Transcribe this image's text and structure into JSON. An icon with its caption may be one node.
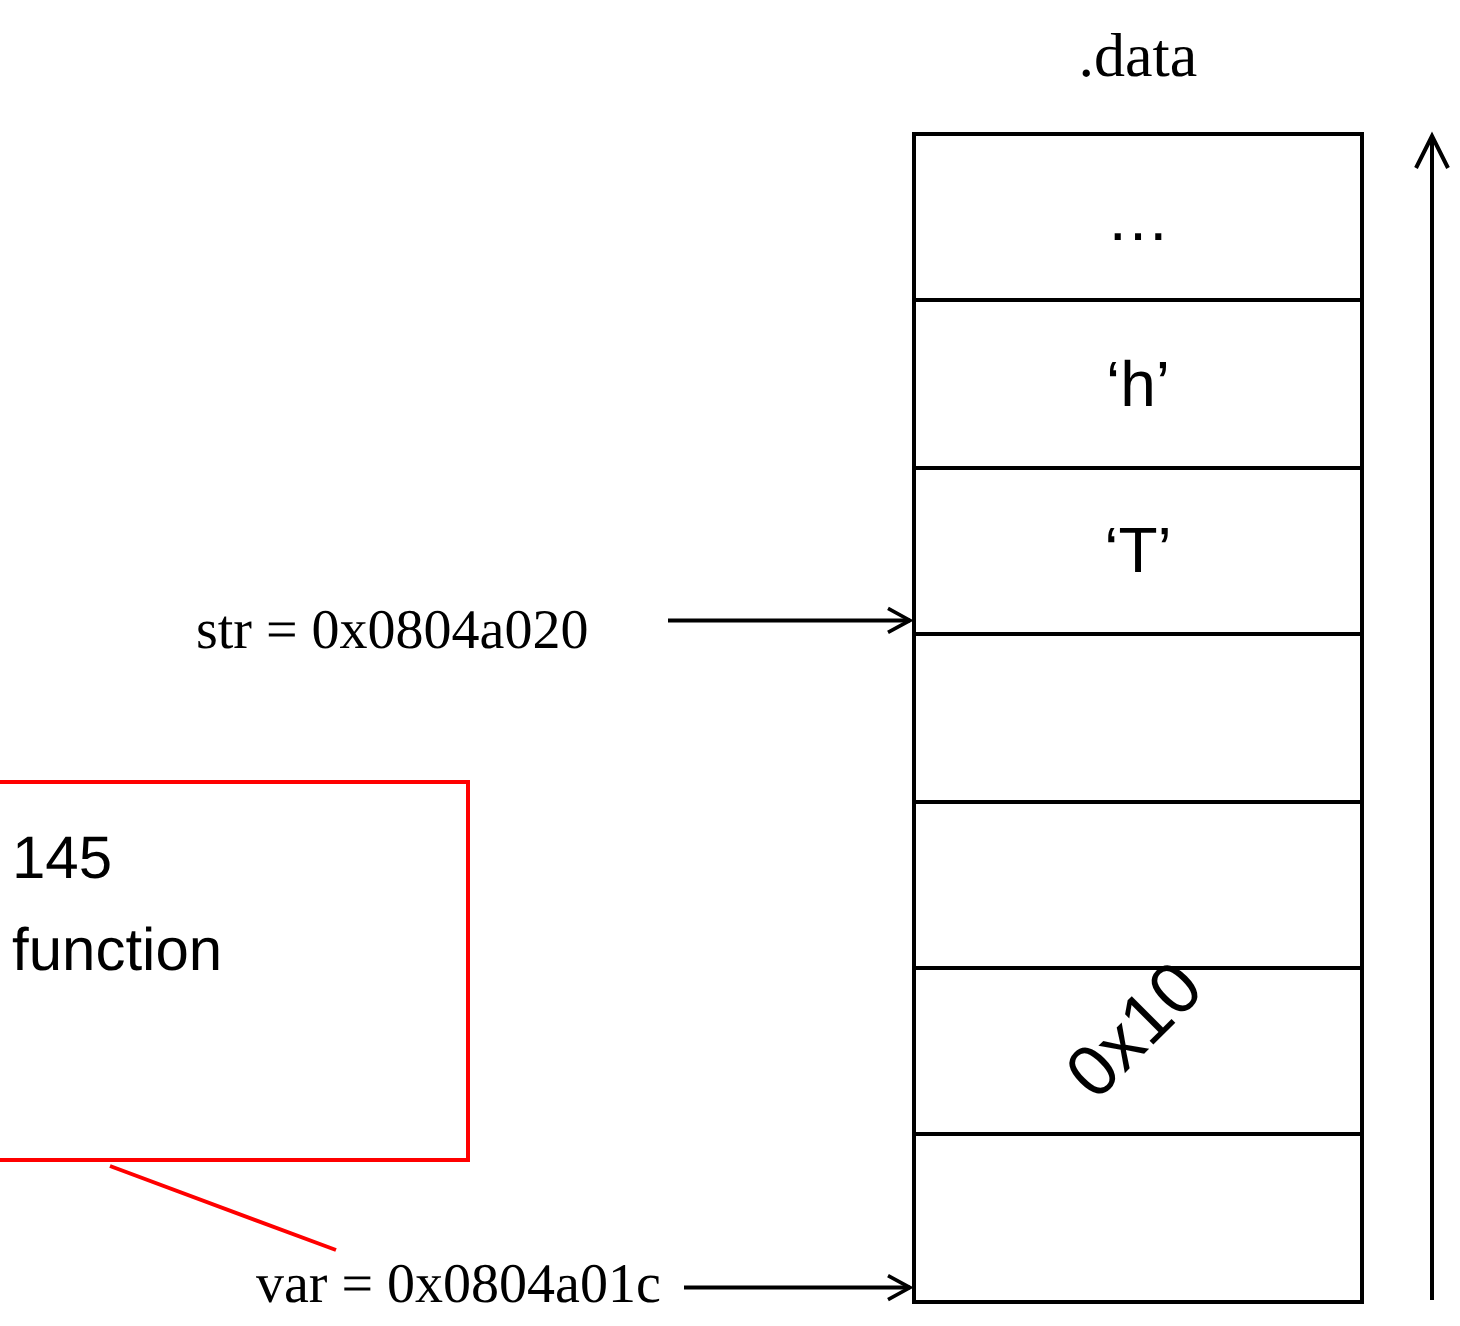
{
  "diagram": {
    "nodes": [
      {
        "text": [
          ".data"
        ]
      },
      {
        "text": [
          "…"
        ],
        "in": 0
      },
      {
        "text": [
          "‘h’"
        ],
        "in": 0
      },
      {
        "text": [
          "‘T’"
        ],
        "in": 0
      },
      {
        "text": [],
        "shape": "box",
        "in": 0
      },
      {
        "text": [],
        "shape": "box",
        "in": 0
      },
      {
        "text": [],
        "shape": "box",
        "in": 0
      },
      {
        "text": [],
        "shape": "box",
        "in": 0
      },
      {
        "text": [
          "str = 0x0804a020"
        ]
      },
      {
        "text": [
          "var = 0x0804a01c"
        ]
      },
      {
        "text": [
          "145",
          "function"
        ]
      }
    ],
    "edges": [
      {
        "from": 8,
        "to": 3,
        "arrow": "to"
      },
      {
        "from": 9,
        "to": 7,
        "arrow": "to"
      },
      {
        "from": 10,
        "to": 9,
        "arrow": "none",
        "color": "#ff0000"
      }
    ],
    "labels": [
      "0x10"
    ]
  }
}
